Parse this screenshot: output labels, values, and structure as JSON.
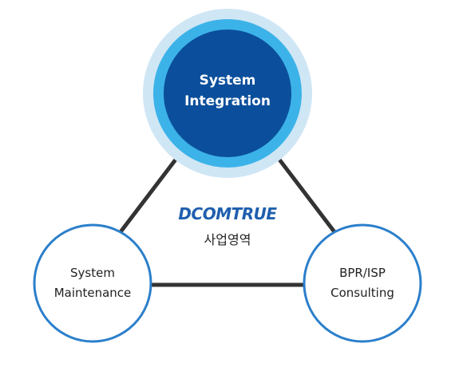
{
  "brand": {
    "logo_text": "DCOMTRUE",
    "subtitle": "사업영역"
  },
  "nodes": {
    "top": {
      "line1": "System",
      "line2": "Integration"
    },
    "left": {
      "line1": "System",
      "line2": "Maintenance"
    },
    "right": {
      "line1": "BPR/ISP",
      "line2": "Consulting"
    }
  },
  "colors": {
    "outer_halo": "#cfe6f5",
    "ring_light": "#3cb3e8",
    "core_dark": "#0b4f9c",
    "circle_stroke": "#2b7fcb",
    "connector": "#333333",
    "logo": "#1f5fae",
    "text_dark": "#222222",
    "text_light": "#ffffff"
  }
}
